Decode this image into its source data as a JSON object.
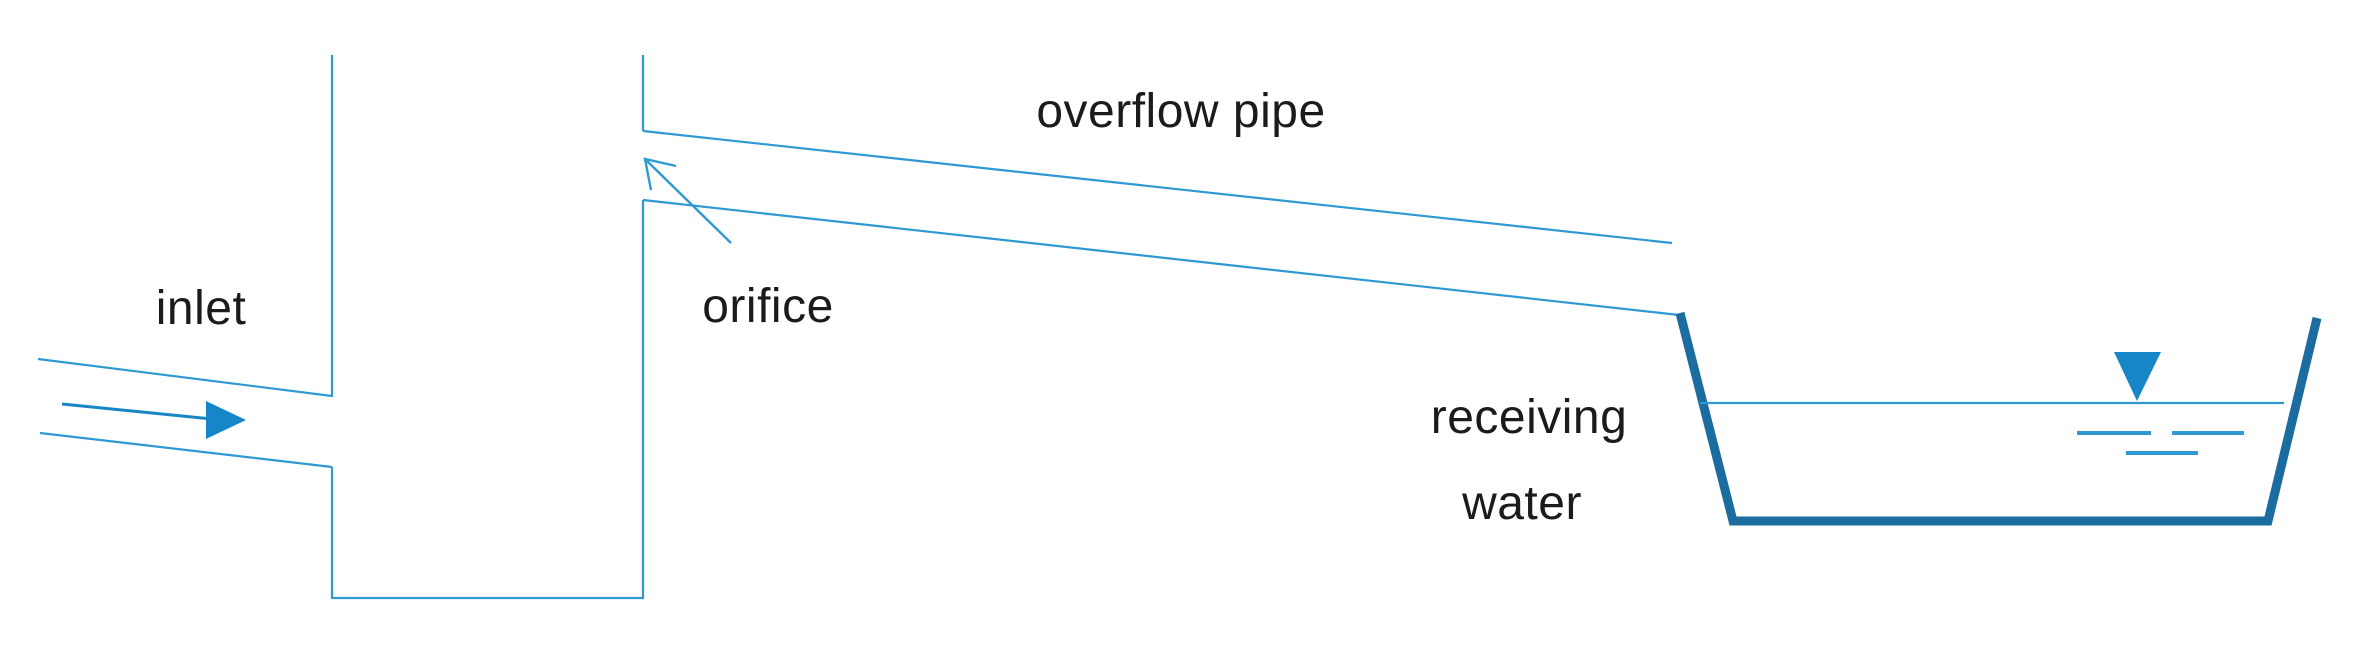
{
  "labels": {
    "inlet": "inlet",
    "orifice": "orifice",
    "overflow_pipe": "overflow pipe",
    "receiving_line1": "receiving",
    "receiving_line2": "water"
  },
  "icons": {
    "inlet_flow_arrow": "right-arrow",
    "orifice_pointer": "up-left-open-arrow",
    "water_surface_marker": "nabla-down-triangle"
  },
  "colors": {
    "line_blue": "#2f99d3",
    "fill_blue": "#1786c6",
    "basin_blue": "#1a6d9e",
    "text": "#1b1b1b",
    "background": "#ffffff"
  }
}
